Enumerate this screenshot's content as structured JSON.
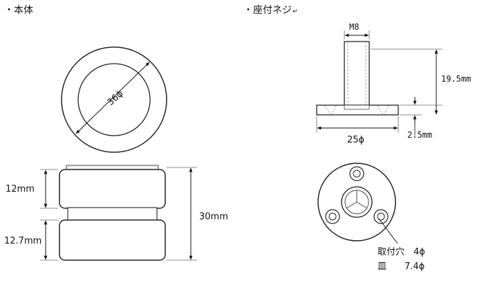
{
  "titles": {
    "main_body": "・本体",
    "base_screw": "・座付ネジ"
  },
  "main_body": {
    "diameter_label": "36ϕ",
    "upper_height_label": "12mm",
    "lower_height_label": "12.7mm",
    "total_height_label": "30mm"
  },
  "base_screw": {
    "thread_label": "M8",
    "height_label": "19.5mm",
    "flange_diameter_label": "25ϕ",
    "flange_thickness_label": "2.5mm",
    "mounting_hole_label": "取付穴　4ϕ",
    "countersink_label": "皿　　7.4ϕ"
  }
}
